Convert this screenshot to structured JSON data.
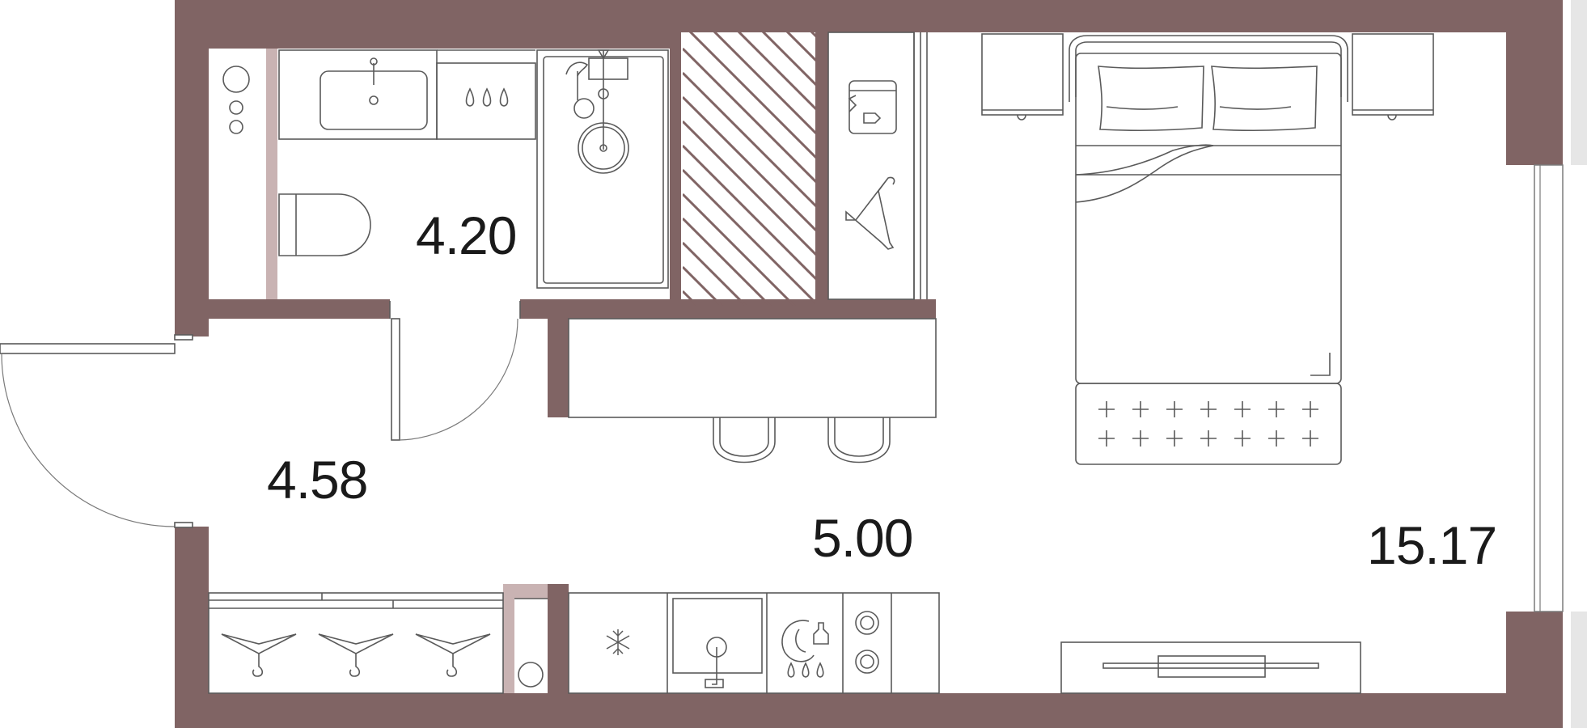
{
  "colors": {
    "wall": "#806464",
    "partition": "#c9b3b3",
    "line": "#5a5a5a",
    "background": "#ffffff",
    "window_strip": "#e6e6e6",
    "text": "#1a1a1a"
  },
  "rooms": [
    {
      "id": "bathroom",
      "area": "4.20"
    },
    {
      "id": "hallway",
      "area": "4.58"
    },
    {
      "id": "kitchen",
      "area": "5.00"
    },
    {
      "id": "living",
      "area": "15.17"
    }
  ],
  "icons": [
    "washbasin-icon",
    "water-drops-icon",
    "toilet-icon",
    "washing-machine-icon",
    "shower-icon",
    "laundry-icon",
    "hanger-icon",
    "bed-icon",
    "pillow-icon",
    "nightstand-icon",
    "ottoman-icon",
    "stool-icon",
    "fridge-snowflake-icon",
    "kitchen-sink-icon",
    "cooktop-icon",
    "oven-icon",
    "tv-icon",
    "door-swing-icon",
    "ventilation-shaft-icon",
    "water-heater-icon"
  ]
}
